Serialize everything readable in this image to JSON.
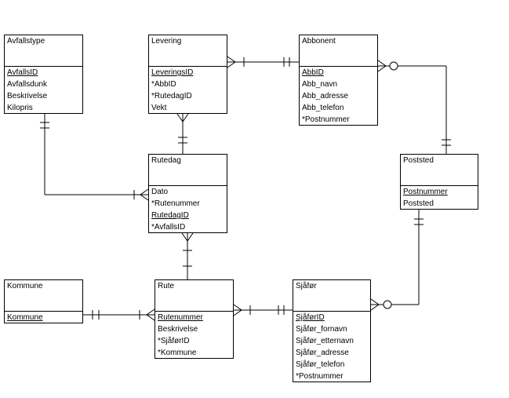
{
  "diagram": {
    "entities": [
      {
        "id": "avfallstype",
        "name": "Avfallstype",
        "attributes": [
          {
            "text": "AvfallsID",
            "pk": true
          },
          {
            "text": "Avfallsdunk",
            "pk": false
          },
          {
            "text": "Beskrivelse",
            "pk": false
          },
          {
            "text": "Kilopris",
            "pk": false
          }
        ]
      },
      {
        "id": "levering",
        "name": "Levering",
        "attributes": [
          {
            "text": "LeveringsID",
            "pk": true
          },
          {
            "text": "*AbbID",
            "pk": false
          },
          {
            "text": "*RutedagID",
            "pk": false
          },
          {
            "text": "Vekt",
            "pk": false
          }
        ]
      },
      {
        "id": "abbonent",
        "name": "Abbonent",
        "attributes": [
          {
            "text": "AbbID",
            "pk": true
          },
          {
            "text": "Abb_navn",
            "pk": false
          },
          {
            "text": "Abb_adresse",
            "pk": false
          },
          {
            "text": "Abb_telefon",
            "pk": false
          },
          {
            "text": "*Postnummer",
            "pk": false
          }
        ]
      },
      {
        "id": "rutedag",
        "name": "Rutedag",
        "attributes": [
          {
            "text": "Dato",
            "pk": false
          },
          {
            "text": "*Rutenummer",
            "pk": false
          },
          {
            "text": "RutedagID",
            "pk": true
          },
          {
            "text": "*AvfallsID",
            "pk": false
          }
        ]
      },
      {
        "id": "poststed",
        "name": "Poststed",
        "attributes": [
          {
            "text": "Postnummer",
            "pk": true
          },
          {
            "text": "Poststed",
            "pk": false
          }
        ]
      },
      {
        "id": "kommune",
        "name": "Kommune",
        "attributes": [
          {
            "text": "Kommune",
            "pk": true
          }
        ]
      },
      {
        "id": "rute",
        "name": "Rute",
        "attributes": [
          {
            "text": "Rutenummer",
            "pk": true
          },
          {
            "text": "Beskrivelse",
            "pk": false
          },
          {
            "text": "*SjåførID",
            "pk": false
          },
          {
            "text": "*Kommune",
            "pk": false
          }
        ]
      },
      {
        "id": "sjafor",
        "name": "Sjåfør",
        "attributes": [
          {
            "text": "SjåførID",
            "pk": true
          },
          {
            "text": "Sjåfør_fornavn",
            "pk": false
          },
          {
            "text": "Sjåfør_etternavn",
            "pk": false
          },
          {
            "text": "Sjåfør_adresse",
            "pk": false
          },
          {
            "text": "Sjåfør_telefon",
            "pk": false
          },
          {
            "text": "*Postnummer",
            "pk": false
          }
        ]
      }
    ],
    "relationships": [
      {
        "from": "levering",
        "to": "abbonent",
        "from_end": "many-one",
        "to_end": "one-one"
      },
      {
        "from": "abbonent",
        "to": "poststed",
        "from_end": "many-zero",
        "to_end": "one-one"
      },
      {
        "from": "levering",
        "to": "rutedag",
        "from_end": "many-one",
        "to_end": "one-one"
      },
      {
        "from": "avfallstype",
        "to": "rutedag",
        "from_end": "one-one",
        "to_end": "many-one"
      },
      {
        "from": "rutedag",
        "to": "rute",
        "from_end": "many-one",
        "to_end": "one-one"
      },
      {
        "from": "kommune",
        "to": "rute",
        "from_end": "one-one",
        "to_end": "many-one"
      },
      {
        "from": "rute",
        "to": "sjafor",
        "from_end": "many-one",
        "to_end": "one-one"
      },
      {
        "from": "sjafor",
        "to": "poststed",
        "from_end": "many-zero",
        "to_end": "one-one"
      }
    ]
  }
}
